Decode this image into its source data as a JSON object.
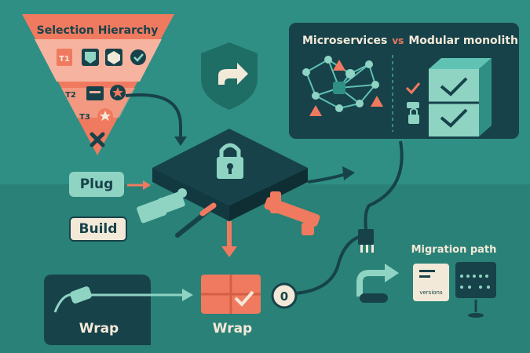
{
  "hierarchy": {
    "title": "Selection Hierarchy",
    "tiers": [
      "T1",
      "T2",
      "T3"
    ]
  },
  "comparison": {
    "left": "Microservices",
    "vs": "vs",
    "right": "Modular monolith"
  },
  "actions": {
    "plug": "Plug",
    "build": "Build",
    "wrap_dark": "Wrap",
    "wrap_core": "Wrap",
    "step_number": "0"
  },
  "migration": {
    "title": "Migration path",
    "doc_label": "versions"
  },
  "colors": {
    "background": "#2f8f84",
    "dark": "#17424a",
    "salmon": "#f07a5f",
    "pale_teal": "#8fd4c3",
    "cream": "#f3e9d8"
  }
}
